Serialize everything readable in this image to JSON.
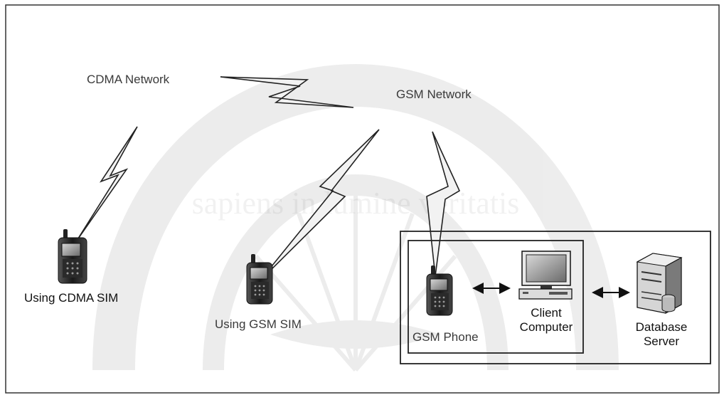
{
  "networks": {
    "cdma": "CDMA Network",
    "gsm": "GSM Network"
  },
  "devices": {
    "cdma_phone": "Using CDMA SIM",
    "gsm_phone": "Using GSM SIM",
    "gsm_modem_phone": "GSM Phone",
    "client_line1": "Client",
    "client_line2": "Computer",
    "server_line1": "Database",
    "server_line2": "Server"
  },
  "watermark": {
    "text": "sapiens in lumine veritatis"
  }
}
